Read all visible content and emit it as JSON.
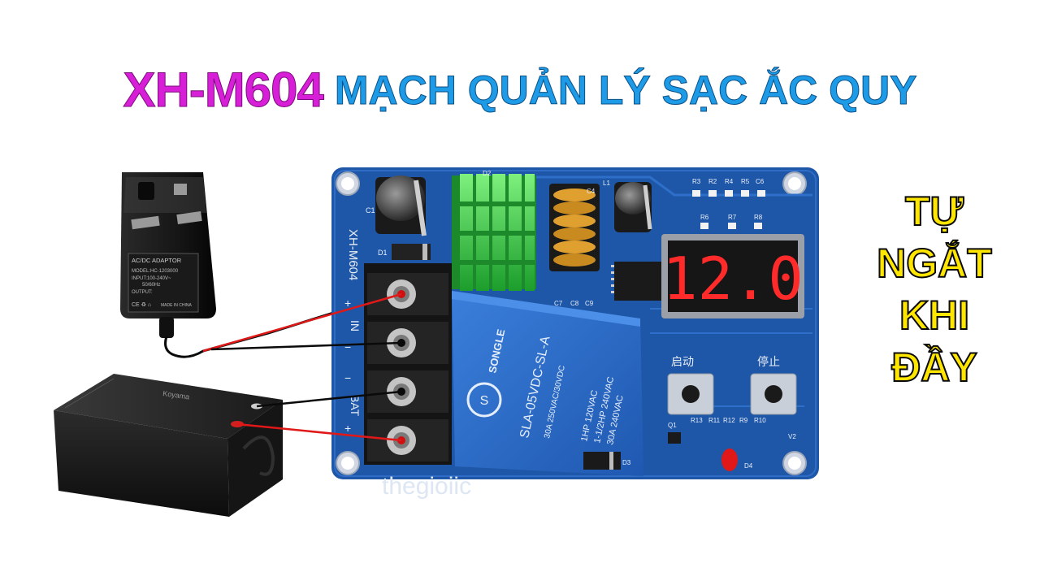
{
  "title": {
    "model": "XH-M604",
    "subtitle": "MẠCH QUẢN LÝ SẠC ẮC QUY"
  },
  "side_text": [
    "TỰ",
    "NGẮT",
    "KHI",
    "ĐẦY"
  ],
  "board": {
    "label": "XH-M604",
    "display_value": "12.0",
    "button_start_label": "启动",
    "button_stop_label": "停止",
    "terminal_in_label": "IN",
    "terminal_bat_label": "BAT",
    "relay_brand": "SONGLE",
    "relay_model": "SLA-05VDC-SL-A",
    "relay_ratings": [
      "30A 250VAC/30VDC",
      "1HP 120VAC",
      "1-1/2HP 240VAC",
      "30A 240VAC"
    ],
    "component_labels": [
      "D2",
      "L1",
      "C1",
      "C4",
      "D1",
      "R3",
      "R2",
      "R4",
      "R5",
      "C6",
      "R6",
      "R7",
      "R8",
      "C7",
      "C8",
      "C9",
      "R13",
      "R11",
      "R12",
      "R9",
      "R10",
      "Q1",
      "D3",
      "D4",
      "V2"
    ]
  },
  "adapter": {
    "label": "AC/DC ADAPTOR",
    "model": "MODEL:HC-1203000",
    "input": "INPUT:100-240V~",
    "freq": "50/60Hz",
    "output": "OUTPUT:",
    "made_in": "MADE IN CHINA"
  },
  "watermark": "thegioiic",
  "colors": {
    "title_model": "#d81fd8",
    "title_sub": "#1e9be6",
    "side_text": "#ffe600",
    "board": "#1f57a8",
    "relay": "#2c6bc6",
    "display": "#ff2a2a"
  }
}
